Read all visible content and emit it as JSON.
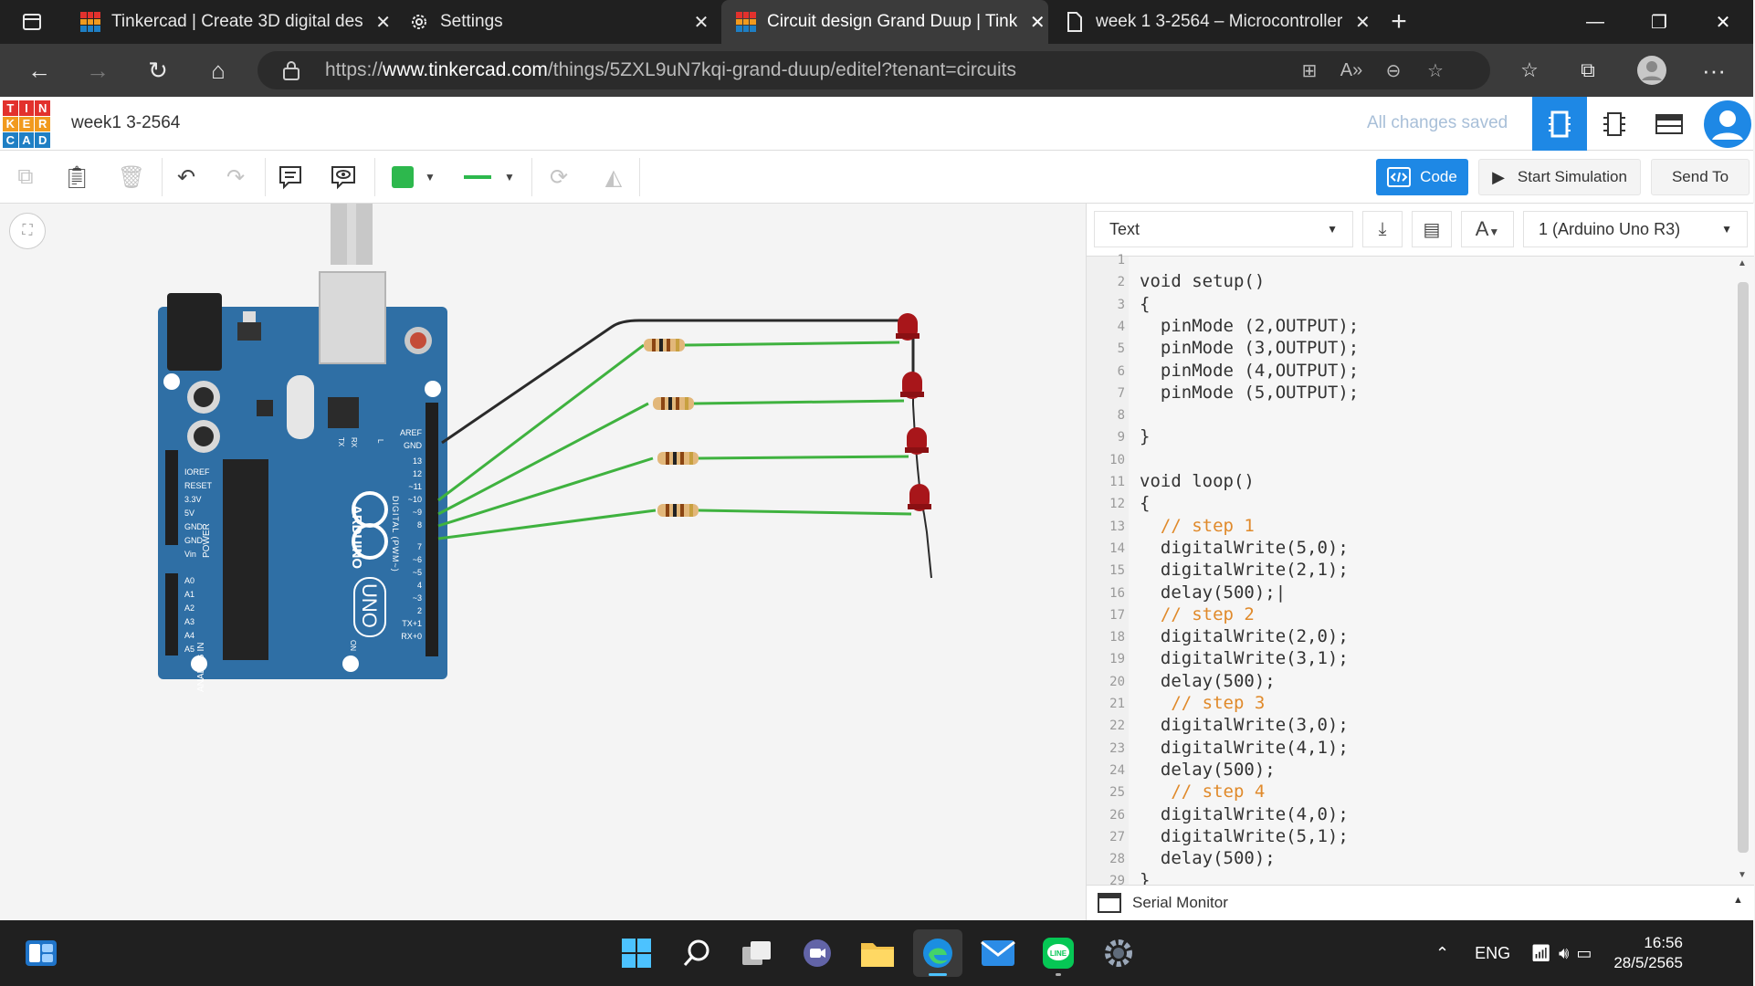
{
  "browser": {
    "tabs": [
      {
        "title": "Tinkercad | Create 3D digital des",
        "icon": "tinkercad-icon",
        "active": false
      },
      {
        "title": "Settings",
        "icon": "gear-icon",
        "active": false
      },
      {
        "title": "Circuit design Grand Duup | Tink",
        "icon": "tinkercad-icon",
        "active": true
      },
      {
        "title": "week 1 3-2564 – Microcontroller",
        "icon": "document-icon",
        "active": false
      }
    ],
    "url_prefix": "https://",
    "url_domain": "www.tinkercad.com",
    "url_path": "/things/5ZXL9uN7kqi-grand-duup/editel?tenant=circuits"
  },
  "tinkercad": {
    "logo_letters": [
      "T",
      "I",
      "N",
      "K",
      "E",
      "R",
      "C",
      "A",
      "D"
    ],
    "logo_colors": [
      "#e2312d",
      "#e2312d",
      "#e2312d",
      "#f19a1e",
      "#f19a1e",
      "#f19a1e",
      "#1f7fc4",
      "#1f7fc4",
      "#1f7fc4"
    ],
    "design_title": "week1 3-2564",
    "saved_status": "All changes saved",
    "buttons": {
      "code": "Code",
      "start_simulation": "Start Simulation",
      "send_to": "Send To"
    },
    "accent_color": "#1e88e5",
    "fill_color": "#2db84d"
  },
  "code_panel": {
    "mode": "Text",
    "device": "1 (Arduino Uno R3)",
    "lines": [
      {
        "n": "1",
        "code": ""
      },
      {
        "n": "2",
        "code": "void setup()"
      },
      {
        "n": "3",
        "code": "{"
      },
      {
        "n": "4",
        "code": "  pinMode (2,OUTPUT);"
      },
      {
        "n": "5",
        "code": "  pinMode (3,OUTPUT);"
      },
      {
        "n": "6",
        "code": "  pinMode (4,OUTPUT);"
      },
      {
        "n": "7",
        "code": "  pinMode (5,OUTPUT);"
      },
      {
        "n": "8",
        "code": ""
      },
      {
        "n": "9",
        "code": "}"
      },
      {
        "n": "10",
        "code": ""
      },
      {
        "n": "11",
        "code": "void loop()"
      },
      {
        "n": "12",
        "code": "{"
      },
      {
        "n": "13",
        "code": "  // step 1"
      },
      {
        "n": "14",
        "code": "  digitalWrite(5,0);"
      },
      {
        "n": "15",
        "code": "  digitalWrite(2,1);"
      },
      {
        "n": "16",
        "code": "  delay(500);|"
      },
      {
        "n": "17",
        "code": "  // step 2"
      },
      {
        "n": "18",
        "code": "  digitalWrite(2,0);"
      },
      {
        "n": "19",
        "code": "  digitalWrite(3,1);"
      },
      {
        "n": "20",
        "code": "  delay(500);"
      },
      {
        "n": "21",
        "code": "   // step 3"
      },
      {
        "n": "22",
        "code": "  digitalWrite(3,0);"
      },
      {
        "n": "23",
        "code": "  digitalWrite(4,1);"
      },
      {
        "n": "24",
        "code": "  delay(500);"
      },
      {
        "n": "25",
        "code": "   // step 4"
      },
      {
        "n": "26",
        "code": "  digitalWrite(4,0);"
      },
      {
        "n": "27",
        "code": "  digitalWrite(5,1);"
      },
      {
        "n": "28",
        "code": "  delay(500);"
      },
      {
        "n": "29",
        "code": "}"
      }
    ],
    "serial_monitor": "Serial Monitor"
  },
  "board": {
    "labels": {
      "aref": "AREF",
      "gnd": "GND",
      "pins": [
        "13",
        "12",
        "~11",
        "~10",
        "~9",
        "8",
        "7",
        "~6",
        "~5",
        "4",
        "~3",
        "2",
        "TX+1",
        "RX+0"
      ],
      "power": [
        "IOREF",
        "RESET",
        "3.3V",
        "5V",
        "GND",
        "GND",
        "Vin"
      ],
      "analog": [
        "A0",
        "A1",
        "A2",
        "A3",
        "A4",
        "A5"
      ],
      "power_title": "POWER",
      "analog_title": "ANALOG IN",
      "digital_title": "DIGITAL (PWM~)",
      "brand": "ARDUINO",
      "model": "UNO",
      "tx": "TX",
      "rx": "RX",
      "on": "ON",
      "l": "L"
    },
    "board_color": "#2f6fa5",
    "wire_color": "#3fb23f"
  },
  "taskbar": {
    "language": "ENG",
    "time": "16:56",
    "date": "28/5/2565"
  }
}
